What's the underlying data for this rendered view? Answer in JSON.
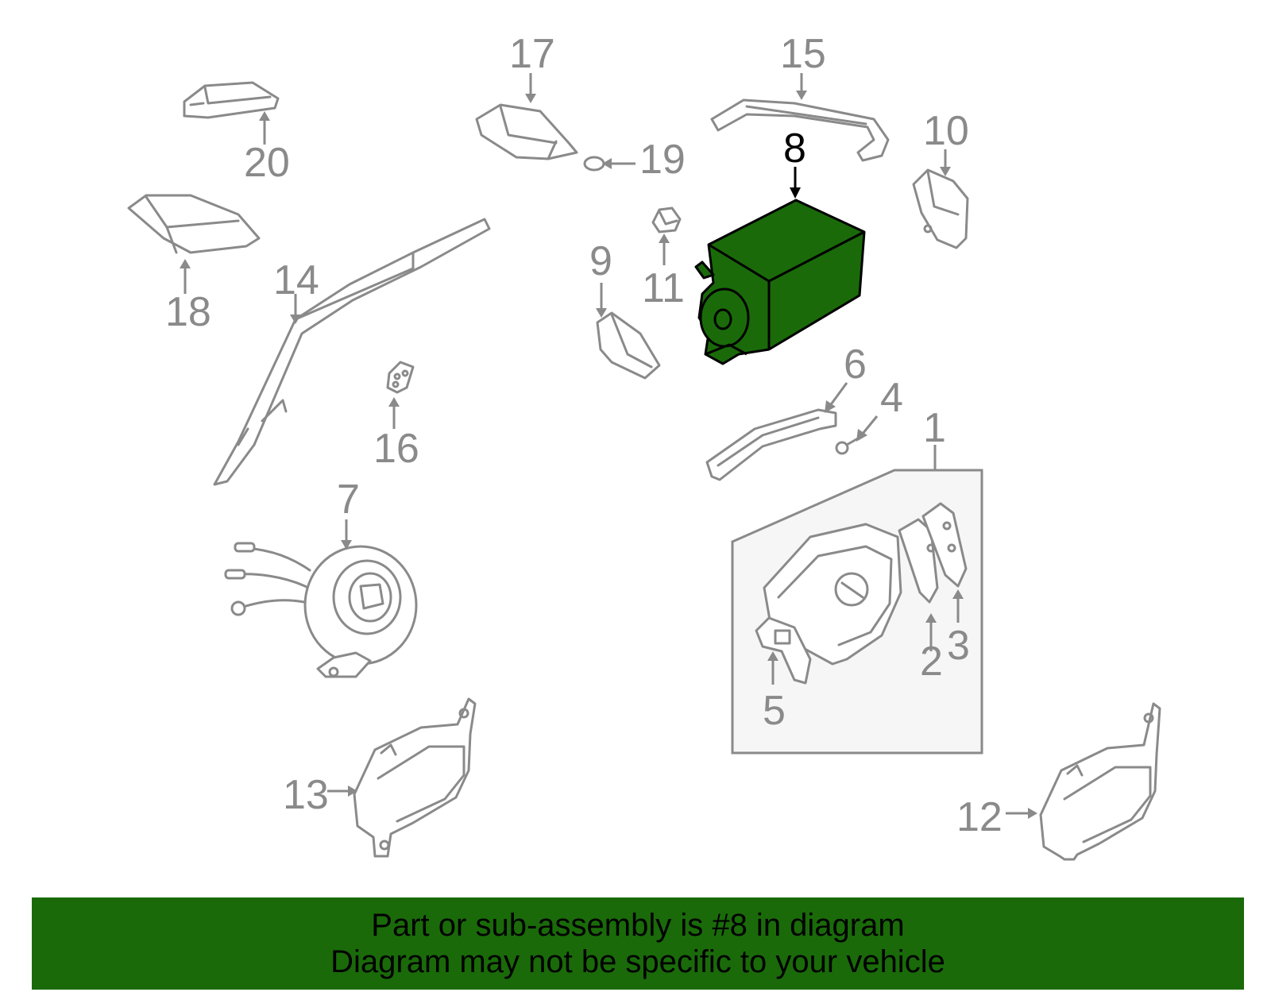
{
  "diagram": {
    "highlight_color": "#1a6a0a",
    "line_color": "#8a8a8a",
    "highlighted_part": "8",
    "callouts": {
      "c1": "1",
      "c2": "2",
      "c3": "3",
      "c4": "4",
      "c5": "5",
      "c6": "6",
      "c7": "7",
      "c8": "8",
      "c9": "9",
      "c10": "10",
      "c11": "11",
      "c12": "12",
      "c13": "13",
      "c14": "14",
      "c15": "15",
      "c16": "16",
      "c17": "17",
      "c18": "18",
      "c19": "19",
      "c20": "20"
    }
  },
  "banner": {
    "line1": "Part or sub-assembly is #8 in diagram",
    "line2": "Diagram may not be specific to your vehicle",
    "background": "#1a6a0a"
  }
}
